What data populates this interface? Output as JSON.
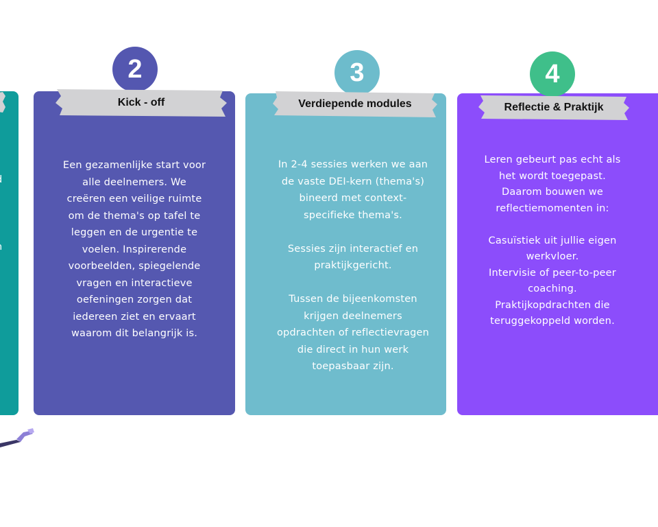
{
  "colors": {
    "teal": "#0f9c9b",
    "indigo": "#5558b0",
    "light_teal": "#6fbccd",
    "purple": "#8c4dfb",
    "tape": "#d2d2d4",
    "circle_2": "#5457b0",
    "circle_3": "#6dbccc",
    "circle_4": "#3fbf8a"
  },
  "steps": [
    {
      "number": "2",
      "title": "Kick - off",
      "body": "Een gezamenlijke start voor\nalle deelnemers. We\ncreëren een veilige ruimte\nom de thema's op tafel te\nleggen en de urgentie te\nvoelen. Inspirerende\nvoorbeelden, spiegelende\nvragen en interactieve\noefeningen zorgen dat\niedereen ziet en ervaart\nwaarom dit belangrijk is."
    },
    {
      "number": "3",
      "title": "Verdiepende modules",
      "body": "In 2-4 sessies werken we aan\nde vaste DEI-kern (thema's)\nbineerd met context-\nspecifieke thema's.\n\nSessies zijn interactief en\npraktijkgericht.\n\nTussen de bijeenkomsten\nkrijgen deelnemers\nopdrachten of reflectievragen\ndie direct in hun werk\ntoepasbaar zijn."
    },
    {
      "number": "4",
      "title": "Reflectie & Praktijk",
      "body": "Leren gebeurt pas echt als\nhet wordt toegepast.\nDaarom bouwen we\nreflectiemomenten in:\n\nCasuïstiek uit jullie eigen\nwerkvloer.\nIntervisie of peer-to-peer\ncoaching.\nPraktijkopdrachten die\nteruggekoppeld worden."
    }
  ],
  "partial_card": {
    "text": "d\n\n\n\nn"
  }
}
